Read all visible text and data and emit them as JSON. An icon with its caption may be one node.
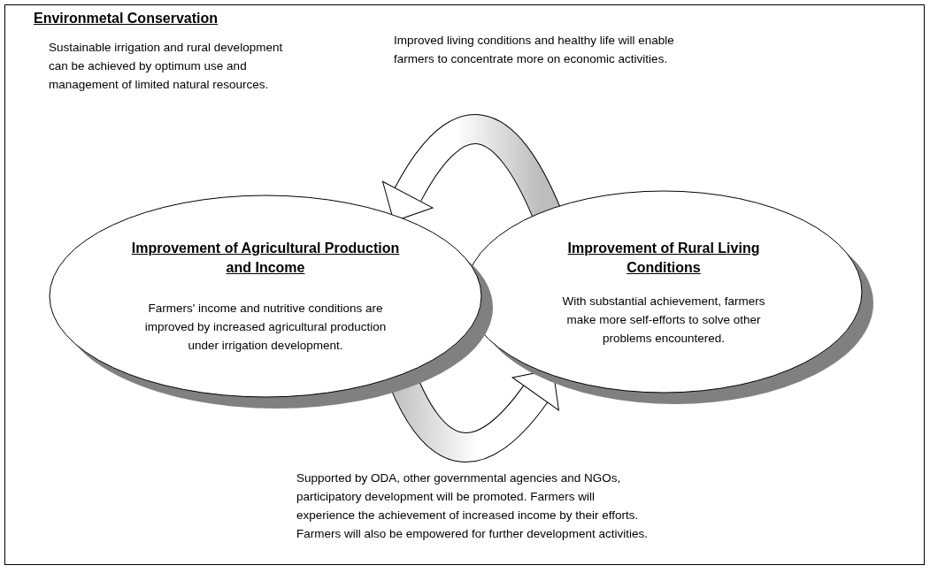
{
  "diagram": {
    "nodes": [
      {
        "text": [
          "Improvement of Agricultural Production and Income",
          "Farmers' income and nutritive conditions are improved by increased agricultural production under irrigation development."
        ]
      },
      {
        "text": [
          "Improvement of Rural Living Conditions",
          "With substantial achievement, farmers make more self-efforts to solve other problems encountered."
        ]
      }
    ],
    "edges": [
      {
        "from": 1,
        "to": 0,
        "arrow": "to"
      },
      {
        "from": 0,
        "to": 1,
        "arrow": "to"
      }
    ],
    "labels": [
      "Environmetal Conservation",
      "Sustainable irrigation and rural development can be achieved by optimum use and management of limited natural resources.",
      "Improved living conditions and healthy life will enable farmers to concentrate more on economic activities.",
      "Supported by ODA, other governmental agencies and NGOs, participatory development will be promoted. Farmers will experience the achievement of increased income by their efforts. Farmers will also be empowered for further development activities."
    ]
  }
}
